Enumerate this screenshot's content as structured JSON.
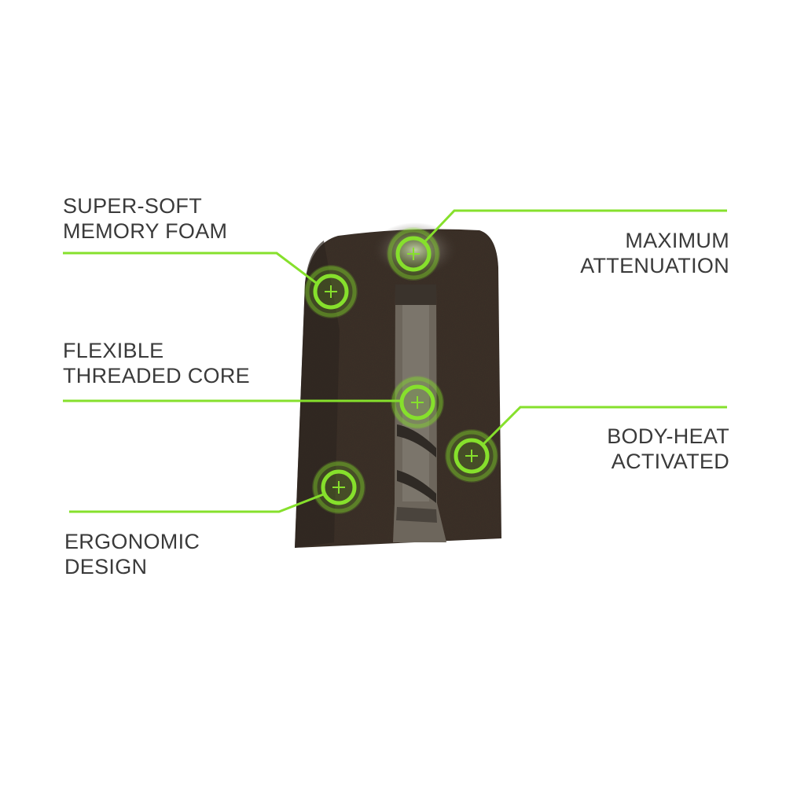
{
  "callouts": {
    "memory_foam": {
      "line1": "SUPER-SOFT",
      "line2": "MEMORY FOAM"
    },
    "attenuation": {
      "line1": "MAXIMUM",
      "line2": "ATTENUATION"
    },
    "core": {
      "line1": "FLEXIBLE",
      "line2": "THREADED CORE"
    },
    "body_heat": {
      "line1": "BODY-HEAT",
      "line2": "ACTIVATED"
    },
    "ergonomic": {
      "line1": "ERGONOMIC",
      "line2": "DESIGN"
    }
  },
  "colors": {
    "accent": "#86e02c",
    "foam": "#3b3129",
    "text": "#3a3a3a"
  }
}
